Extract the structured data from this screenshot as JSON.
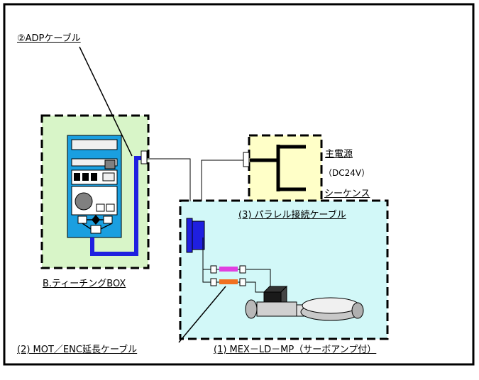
{
  "labels": {
    "adp_cable": "②ADPケーブル",
    "main_power": "主電源",
    "dc24v": "（DC24V）",
    "sequence": "シーケンス",
    "parallel_cable": "(3) パラレル接続ケーブル",
    "teaching_box": "B.ティーチングBOX",
    "mot_enc_cable": "(2) MOT／ENC延長ケーブル",
    "mex_unit": "(1) MEX－LD－MP（サーボアンプ付）"
  },
  "colors": {
    "frame_green": "#d8f5c8",
    "yellow": "#ffffc8",
    "cyan": "#d2f8f8",
    "device_blue": "#1a9fe0",
    "cable_blue": "#1f1fe0",
    "magenta": "#e040e0",
    "orange": "#f07020"
  }
}
